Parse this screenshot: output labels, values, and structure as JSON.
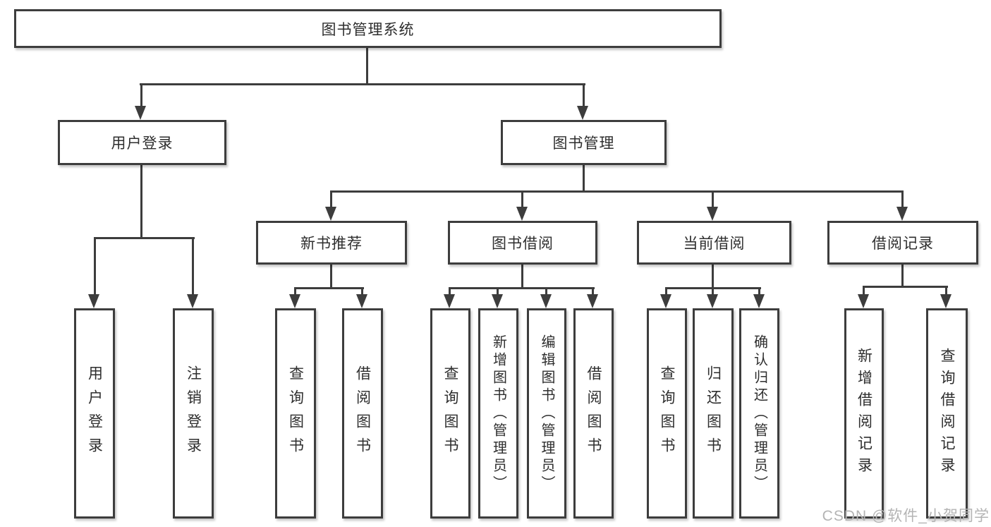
{
  "diagram": {
    "type": "hierarchy-tree",
    "orientation": "top-down"
  },
  "tree": {
    "root": {
      "label": "图书管理系统"
    },
    "level2": [
      {
        "label": "用户登录"
      },
      {
        "label": "图书管理"
      }
    ],
    "level3": [
      {
        "label": "新书推荐"
      },
      {
        "label": "图书借阅"
      },
      {
        "label": "当前借阅"
      },
      {
        "label": "借阅记录"
      }
    ],
    "leaves": {
      "user_login": [
        "用户登录",
        "注销登录"
      ],
      "new_books": [
        "查询图书",
        "借阅图书"
      ],
      "book_borrow": [
        "查询图书",
        "新增图书（管理员）",
        "编辑图书（管理员）",
        "借阅图书"
      ],
      "current_borrow": [
        "查询图书",
        "归还图书",
        "确认归还（管理员）"
      ],
      "borrow_records": [
        "新增借阅记录",
        "查询借阅记录"
      ]
    }
  },
  "watermark": {
    "text": "CSDN @软件_小贺同学"
  },
  "colors": {
    "line": "#3d3d3d",
    "box_border": "#3d3d3d",
    "box_background": "#ffffff",
    "text": "#2e2e2e",
    "watermark": "#b4b4b4",
    "page_background": "#ffffff"
  }
}
